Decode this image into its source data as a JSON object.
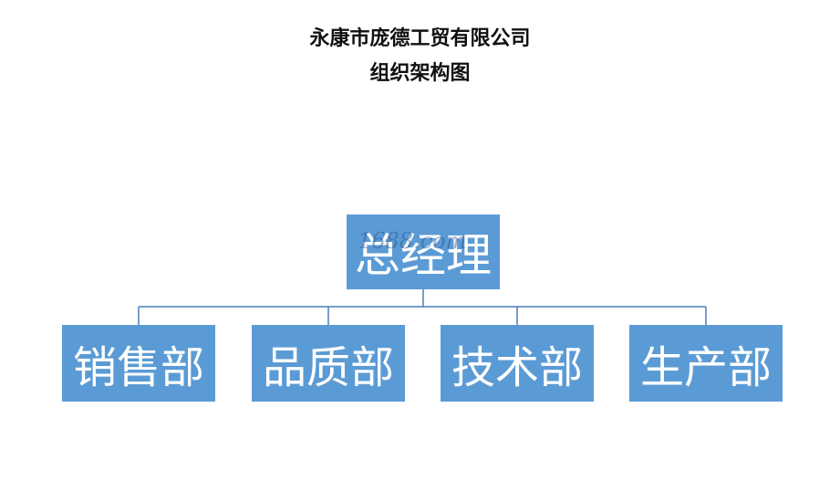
{
  "title": {
    "line1": "永康市庞德工贸有限公司",
    "line2": "组织架构图"
  },
  "org": {
    "root": "总经理",
    "departments": [
      "销售部",
      "品质部",
      "技术部",
      "生产部"
    ]
  },
  "watermark": "1688.com",
  "colors": {
    "box": "#5b9bd5",
    "connector": "#4a7ebb",
    "text_on_box": "#ffffff"
  }
}
